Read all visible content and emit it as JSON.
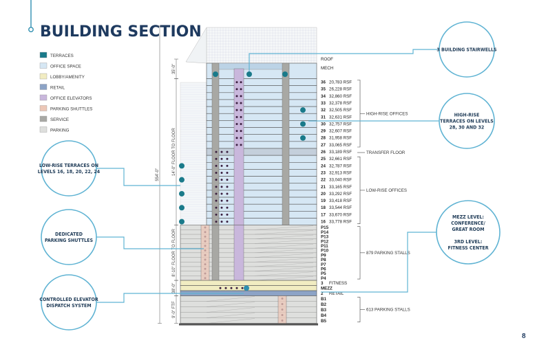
{
  "title": "BUILDING SECTION",
  "page_number": "8",
  "legend": [
    {
      "label": "TERRACES",
      "color": "#1a7a8a"
    },
    {
      "label": "OFFICE SPACE",
      "color": "#d6e7f4"
    },
    {
      "label": "LOBBY/AMENITY",
      "color": "#f1ecc2"
    },
    {
      "label": "RETAIL",
      "color": "#8ca3c6"
    },
    {
      "label": "OFFICE ELEVATORS",
      "color": "#c9b7dc"
    },
    {
      "label": "PARKING SHUTTLES",
      "color": "#ecc7b7"
    },
    {
      "label": "SERVICE",
      "color": "#a8a8a4"
    },
    {
      "label": "PARKING",
      "color": "#dedfdd"
    }
  ],
  "top_labels": [
    "ROOF",
    "MECH"
  ],
  "office_floors": [
    {
      "level": "36",
      "rsf": "20,783 RSF"
    },
    {
      "level": "35",
      "rsf": "26,228 RSF"
    },
    {
      "level": "34",
      "rsf": "32,860 RSF"
    },
    {
      "level": "33",
      "rsf": "32,378 RSF"
    },
    {
      "level": "32",
      "rsf": "32,505 RSF"
    },
    {
      "level": "31",
      "rsf": "32,631 RSF"
    },
    {
      "level": "30",
      "rsf": "32,757 RSF"
    },
    {
      "level": "29",
      "rsf": "32,607 RSF"
    },
    {
      "level": "28",
      "rsf": "31,958 RSF"
    },
    {
      "level": "27",
      "rsf": "33,065 RSF"
    },
    {
      "level": "26",
      "rsf": "33,189 RSF"
    },
    {
      "level": "25",
      "rsf": "32,661 RSF"
    },
    {
      "level": "24",
      "rsf": "32,787 RSF"
    },
    {
      "level": "23",
      "rsf": "32,913 RSF"
    },
    {
      "level": "22",
      "rsf": "33,040 RSF"
    },
    {
      "level": "21",
      "rsf": "33,165 RSF"
    },
    {
      "level": "20",
      "rsf": "33,292 RSF"
    },
    {
      "level": "19",
      "rsf": "33,418 RSF"
    },
    {
      "level": "18",
      "rsf": "33,544 RSF"
    },
    {
      "level": "17",
      "rsf": "33,670 RSF"
    },
    {
      "level": "16",
      "rsf": "33,778 RSF"
    }
  ],
  "parking_floors": [
    "P15",
    "P14",
    "P13",
    "P12",
    "P11",
    "P10",
    "P9",
    "P8",
    "P7",
    "P6",
    "P5",
    "P4"
  ],
  "podium_floors": [
    {
      "level": "3",
      "label": "FITNESS"
    },
    {
      "level": "MEZZ",
      "label": ""
    },
    {
      "level": "2",
      "label": "RETAIL"
    }
  ],
  "basement_floors": [
    "B1",
    "B2",
    "B3",
    "B4",
    "B5"
  ],
  "notes": {
    "high_rise": "HIGH-RISE OFFICES",
    "transfer": "TRANSFER FLOOR",
    "low_rise": "LOW-RISE OFFICES",
    "parking_stalls_upper": "879 PARKING STALLS",
    "parking_stalls_lower": "613 PARKING STALLS"
  },
  "dimensions": {
    "overall": "554'-0\"",
    "mech": "35'-0\"",
    "office": "14'-0\" FLOOR TO FLOOR",
    "parking": "8'-10\" FLOOR TO FLOOR",
    "podium": "38'-0\"",
    "basement": "9'-0\" FTF"
  },
  "callouts": {
    "stairwells": [
      "3 BUILDING STAIRWELLS"
    ],
    "high_terraces": [
      "HIGH-RISE",
      "TERRACES ON LEVELS",
      "28, 30 AND 32"
    ],
    "low_terraces": [
      "LOW-RISE TERRACES ON",
      "LEVELS 16, 18, 20, 22, 24"
    ],
    "shuttles": [
      "DEDICATED",
      "PARKING SHUTTLES"
    ],
    "mezz": [
      "MEZZ LEVEL:",
      "CONFERENCE/",
      "GREAT ROOM",
      "",
      "3RD LEVEL:",
      "FITNESS CENTER"
    ],
    "elevator": [
      "CONTROLLED ELEVATOR",
      "DISPATCH SYSTEM"
    ]
  }
}
